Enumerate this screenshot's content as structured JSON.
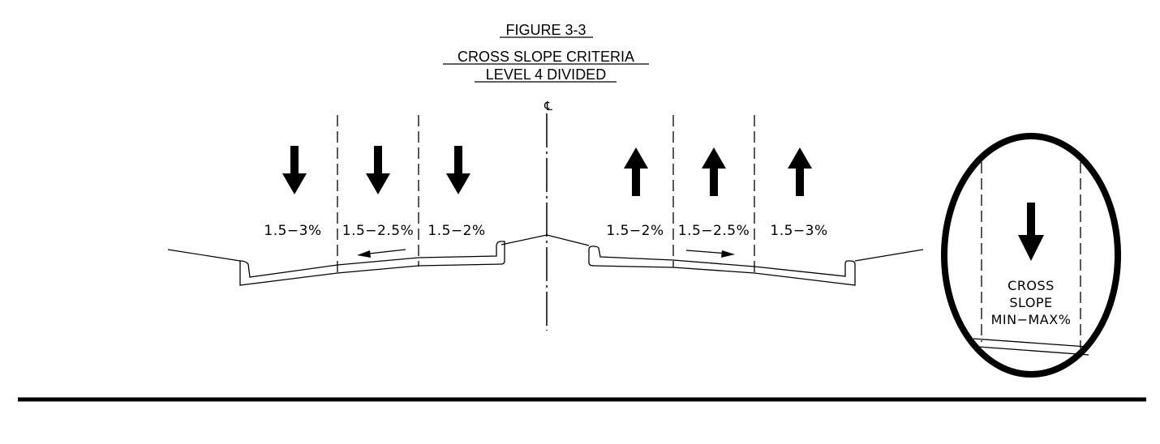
{
  "figure": {
    "number": "FIGURE 3-3",
    "title": "CROSS SLOPE CRITERIA",
    "subtitle": "LEVEL 4 DIVIDED"
  },
  "centerline_symbol": "℄",
  "left_lanes": [
    {
      "label": "1.5−3%",
      "arrow": "down"
    },
    {
      "label": "1.5−2.5%",
      "arrow": "down"
    },
    {
      "label": "1.5−2%",
      "arrow": "down"
    }
  ],
  "right_lanes": [
    {
      "label": "1.5−2%",
      "arrow": "up"
    },
    {
      "label": "1.5−2.5%",
      "arrow": "up"
    },
    {
      "label": "1.5−3%",
      "arrow": "up"
    }
  ],
  "legend": {
    "line1": "CROSS",
    "line2": "SLOPE",
    "line3": "MIN−MAX%",
    "arrow": "down"
  },
  "colors": {
    "ink": "#000000",
    "background": "#ffffff"
  }
}
